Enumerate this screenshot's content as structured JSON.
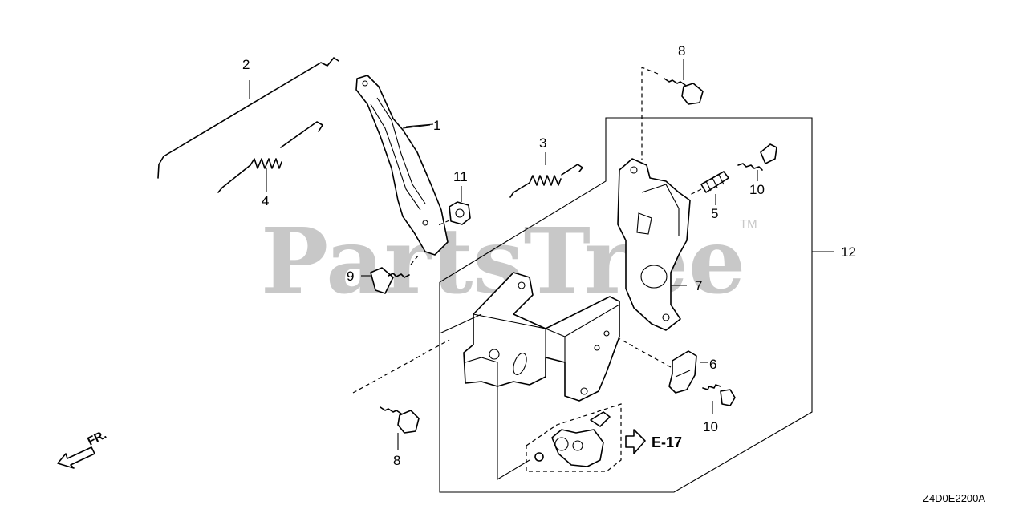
{
  "watermark": {
    "text": "PartsTree",
    "mark": "TM"
  },
  "callouts": {
    "c1": "1",
    "c2": "2",
    "c3": "3",
    "c4": "4",
    "c5": "5",
    "c6": "6",
    "c7": "7",
    "c8a": "8",
    "c8b": "8",
    "c9": "9",
    "c10a": "10",
    "c10b": "10",
    "c11": "11",
    "c12": "12"
  },
  "reference": {
    "label": "E-17",
    "icon": "arrow-right-outline-icon"
  },
  "direction": {
    "label": "FR.",
    "icon": "arrow-front-icon"
  },
  "diagram_code": "Z4D0E2200A",
  "colors": {
    "ink": "#000000",
    "watermark": "#c8c8c8",
    "background": "#ffffff"
  }
}
